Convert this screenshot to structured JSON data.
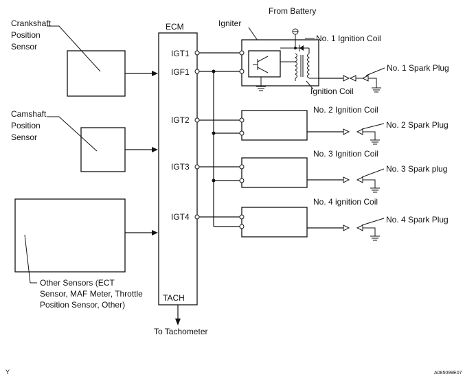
{
  "labels": {
    "crankshaft": [
      "Crankshaft",
      "Position",
      "Sensor"
    ],
    "camshaft": [
      "Camshaft",
      "Position",
      "Sensor"
    ],
    "other_sensors": [
      "Other Sensors (ECT",
      "Sensor, MAF Meter, Throttle",
      "Position Sensor, Other)"
    ],
    "ecm": "ECM",
    "igt1": "IGT1",
    "igf1": "IGF1",
    "igt2": "IGT2",
    "igt3": "IGT3",
    "igt4": "IGT4",
    "tach": "TACH",
    "to_tachometer": "To Tachometer",
    "from_battery": "From Battery",
    "igniter": "Igniter",
    "ignition_coil": "Ignition Coil",
    "coil1": "No. 1 Ignition Coil",
    "coil2": "No. 2 Ignition Coil",
    "coil3": "No. 3 Ignition Coil",
    "coil4": "No. 4 ignition Coil",
    "plug1": "No. 1 Spark Plug",
    "plug2": "No. 2 Spark Plug",
    "plug3": "No. 3 Spark plug",
    "plug4": "No. 4 Spark Plug",
    "corner_left": "Y",
    "corner_right": "A085099E07"
  }
}
